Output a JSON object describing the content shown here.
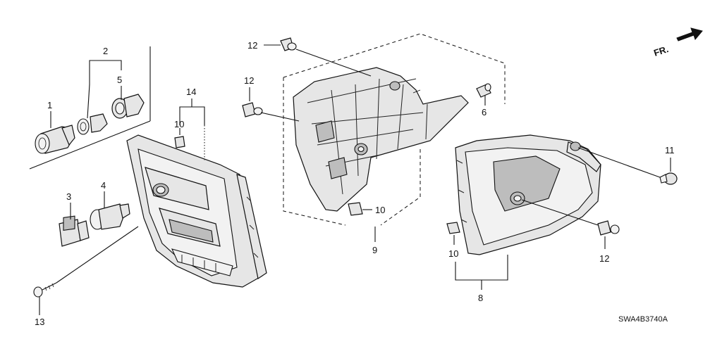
{
  "diagram": {
    "drawing_code": "SWA4B3740A",
    "direction_marker": "FR.",
    "callouts": {
      "c1": "1",
      "c2": "2",
      "c3": "3",
      "c4": "4",
      "c5": "5",
      "c6": "6",
      "c8": "8",
      "c9": "9",
      "c10a": "10",
      "c10b": "10",
      "c10c": "10",
      "c11": "11",
      "c12a": "12",
      "c12b": "12",
      "c12c": "12",
      "c13": "13",
      "c14": "14"
    }
  }
}
